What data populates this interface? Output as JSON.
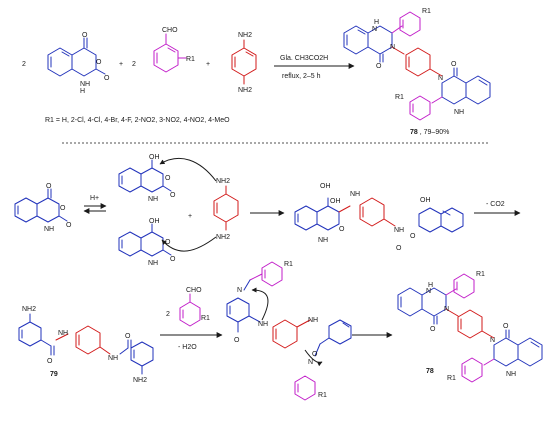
{
  "top_reaction": {
    "coefficients": [
      "2",
      "2"
    ],
    "plus": "+",
    "reagent": "Gla. CH3CO2H",
    "conditions": "reflux, 2–5 h",
    "substituents": "R1 = H, 2-Cl, 4-Cl, 4-Br, 4-F, 2-NO2, 3-NO2, 4-NO2, 4-MeO",
    "product_number": "78",
    "product_yield": ", 79–90%"
  },
  "atoms": {
    "O": "O",
    "N": "N",
    "H": "H",
    "NH": "NH",
    "NH2": "NH2",
    "OH": "OH",
    "CHO": "CHO",
    "R1": "R1"
  },
  "mechanism": {
    "catalyst": "H+",
    "step1_byproduct": "- CO2",
    "intermediate_number": "79",
    "step2_byproduct": "- H2O"
  },
  "colors": {
    "anhydride": "#2233bb",
    "amine": "#d21a1a",
    "aldehyde": "#c21ec9"
  }
}
